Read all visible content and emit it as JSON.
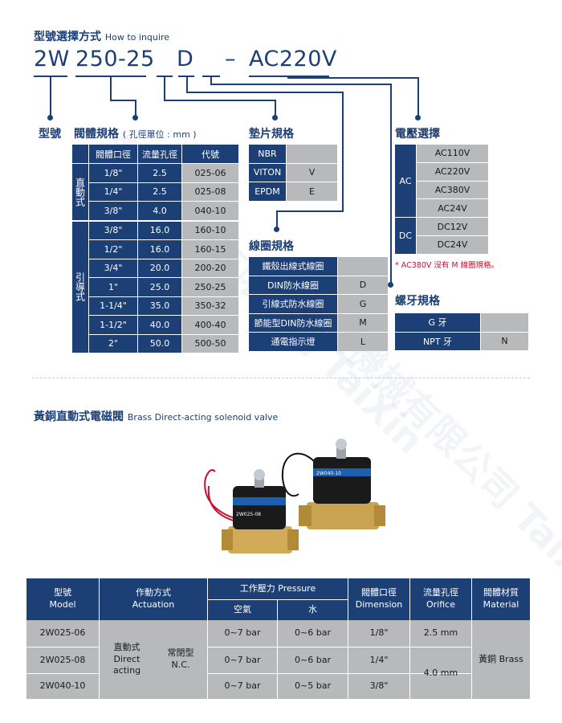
{
  "watermark": "泰鑫機械有限公司 TaiXin",
  "header": {
    "title_zh": "型號選擇方式",
    "title_en": "How to inquire"
  },
  "code": {
    "p1": "2W",
    "p2": "250-25",
    "p3": "D",
    "p4": "–",
    "p5": "AC220V"
  },
  "sections": {
    "model": "型號",
    "body": "閥體規格",
    "body_unit": "( 孔徑單位 : mm )",
    "gasket": "墊片規格",
    "voltage": "電壓選擇",
    "coil": "線圈規格",
    "thread": "螺牙規格"
  },
  "body_table": {
    "headers": [
      "閥體口徑",
      "流量孔徑",
      "代號"
    ],
    "groups": [
      {
        "label": "直動式",
        "rows": [
          [
            "1/8\"",
            "2.5",
            "025-06"
          ],
          [
            "1/4\"",
            "2.5",
            "025-08"
          ],
          [
            "3/8\"",
            "4.0",
            "040-10"
          ]
        ]
      },
      {
        "label": "引導式",
        "rows": [
          [
            "3/8\"",
            "16.0",
            "160-10"
          ],
          [
            "1/2\"",
            "16.0",
            "160-15"
          ],
          [
            "3/4\"",
            "20.0",
            "200-20"
          ],
          [
            "1\"",
            "25.0",
            "250-25"
          ],
          [
            "1-1/4\"",
            "35.0",
            "350-32"
          ],
          [
            "1-1/2\"",
            "40.0",
            "400-40"
          ],
          [
            "2\"",
            "50.0",
            "500-50"
          ]
        ]
      }
    ]
  },
  "gasket_table": [
    [
      "NBR",
      ""
    ],
    [
      "VITON",
      "V"
    ],
    [
      "EPDM",
      "E"
    ]
  ],
  "coil_table": [
    [
      "鐵殼出線式線圈",
      ""
    ],
    [
      "DIN防水線圈",
      "D"
    ],
    [
      "引線式防水線圈",
      "G"
    ],
    [
      "節能型DIN防水線圈",
      "M"
    ],
    [
      "通電指示燈",
      "L"
    ]
  ],
  "voltage_table": {
    "ac_label": "AC",
    "ac": [
      "AC110V",
      "AC220V",
      "AC380V",
      "AC24V"
    ],
    "dc_label": "DC",
    "dc": [
      "DC12V",
      "DC24V"
    ],
    "note": "* AC380V 沒有 M 線圈規格。"
  },
  "thread_table": [
    [
      "G 牙",
      ""
    ],
    [
      "NPT 牙",
      "N"
    ]
  ],
  "product": {
    "title_zh": "黃銅直動式電磁閥",
    "title_en": "Brass Direct-acting solenoid valve",
    "label_left": "2W025-08",
    "label_right": "2W040-10"
  },
  "spec": {
    "h_model": "型號",
    "h_model_en": "Model",
    "h_act": "作動方式",
    "h_act_en": "Actuation",
    "h_press": "工作壓力 Pressure",
    "h_air": "空氣",
    "h_water": "水",
    "h_dim": "閥體口徑",
    "h_dim_en": "Dimension",
    "h_ori": "流量孔徑",
    "h_ori_en": "Orifice",
    "h_mat": "閥體材質",
    "h_mat_en": "Material",
    "act1": "直動式",
    "act2": "Direct",
    "act3": "acting",
    "nc1": "常閉型",
    "nc2": "N.C.",
    "orifice_1": "2.5 mm",
    "orifice_2": "4.0 mm",
    "material": "黃銅 Brass",
    "rows": [
      {
        "model": "2W025-06",
        "air": "0~7 bar",
        "water": "0~6 bar",
        "dim": "1/8\""
      },
      {
        "model": "2W025-08",
        "air": "0~7 bar",
        "water": "0~6 bar",
        "dim": "1/4\""
      },
      {
        "model": "2W040-10",
        "air": "0~7 bar",
        "water": "0~5 bar",
        "dim": "3/8\""
      }
    ]
  }
}
